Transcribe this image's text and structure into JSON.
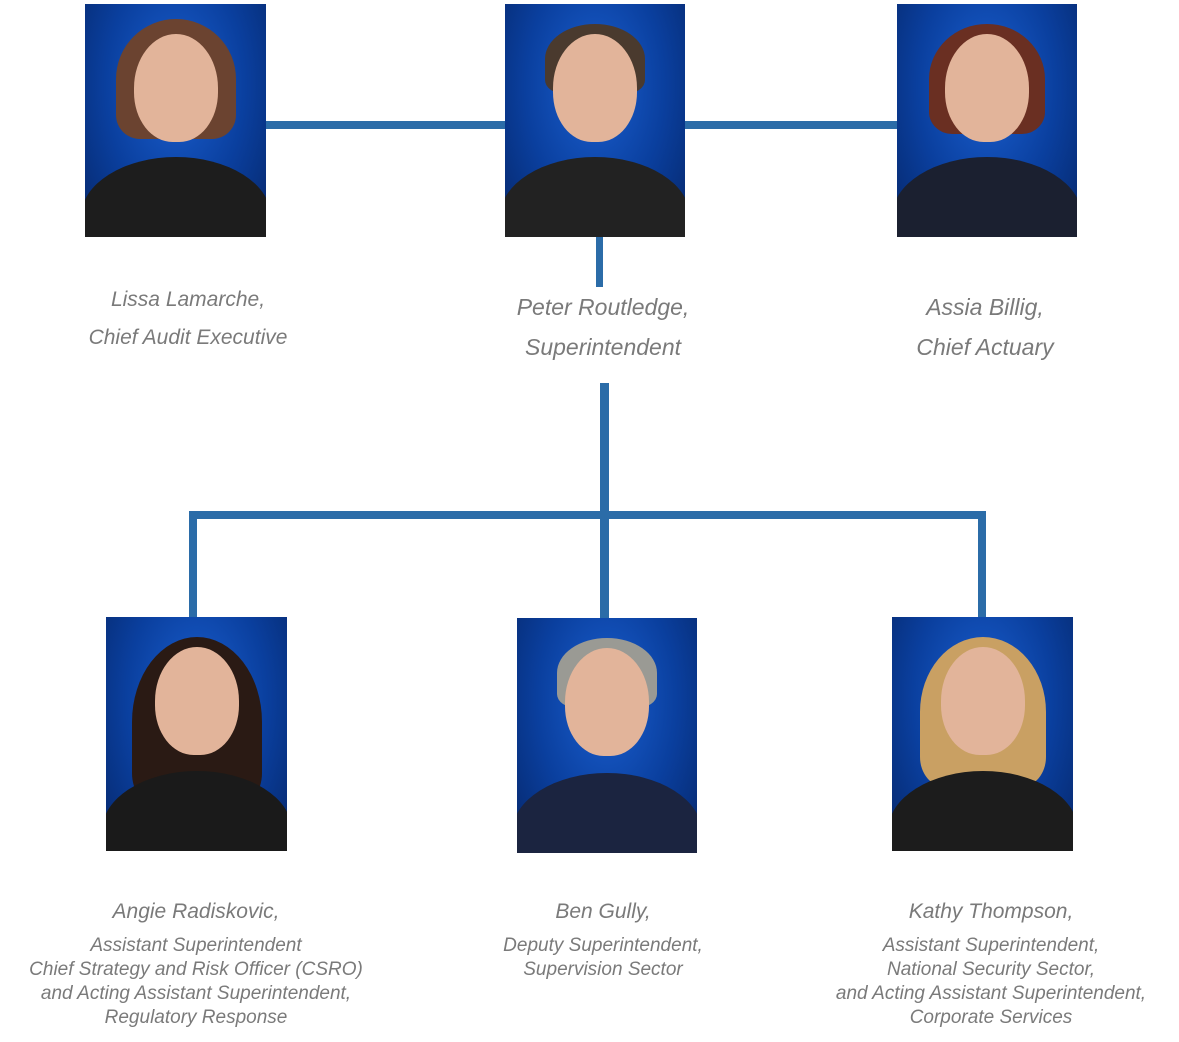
{
  "colors": {
    "connector": "#2b6ca8",
    "text": "#7a7a7a"
  },
  "people": {
    "lissa": {
      "name": "Lissa Lamarche,",
      "title": [
        "Chief Audit Executive"
      ]
    },
    "peter": {
      "name": "Peter Routledge,",
      "title": [
        "Superintendent"
      ]
    },
    "assia": {
      "name": "Assia Billig,",
      "title": [
        "Chief Actuary"
      ]
    },
    "angie": {
      "name": "Angie Radiskovic,",
      "title": [
        "Assistant Superintendent",
        "Chief Strategy and Risk Officer (CSRO)",
        "and Acting Assistant Superintendent,",
        "Regulatory Response"
      ]
    },
    "ben": {
      "name": "Ben Gully,",
      "title": [
        "Deputy Superintendent,",
        "Supervision Sector"
      ]
    },
    "kathy": {
      "name": "Kathy Thompson,",
      "title": [
        "Assistant Superintendent,",
        "National Security Sector,",
        "and Acting Assistant Superintendent,",
        "Corporate Services"
      ]
    }
  }
}
